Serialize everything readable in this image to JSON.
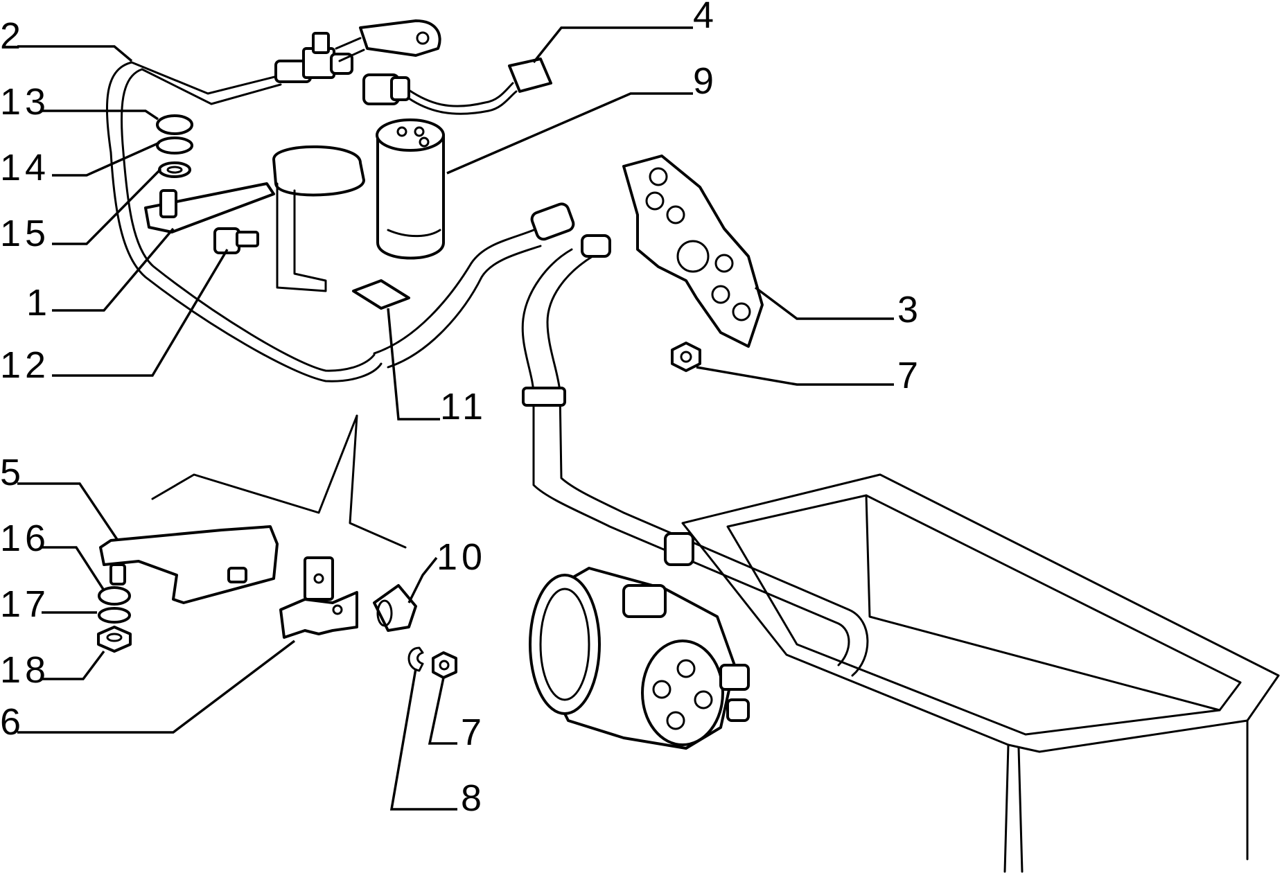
{
  "callouts": {
    "c1": "1",
    "c2": "2",
    "c3": "3",
    "c4": "4",
    "c5": "5",
    "c6": "6",
    "c7a": "7",
    "c7b": "7",
    "c8": "8",
    "c9": "9",
    "c10": "10",
    "c11": "11",
    "c12": "12",
    "c13": "13",
    "c14": "14",
    "c15": "15",
    "c16": "16",
    "c17": "17",
    "c18": "18"
  }
}
